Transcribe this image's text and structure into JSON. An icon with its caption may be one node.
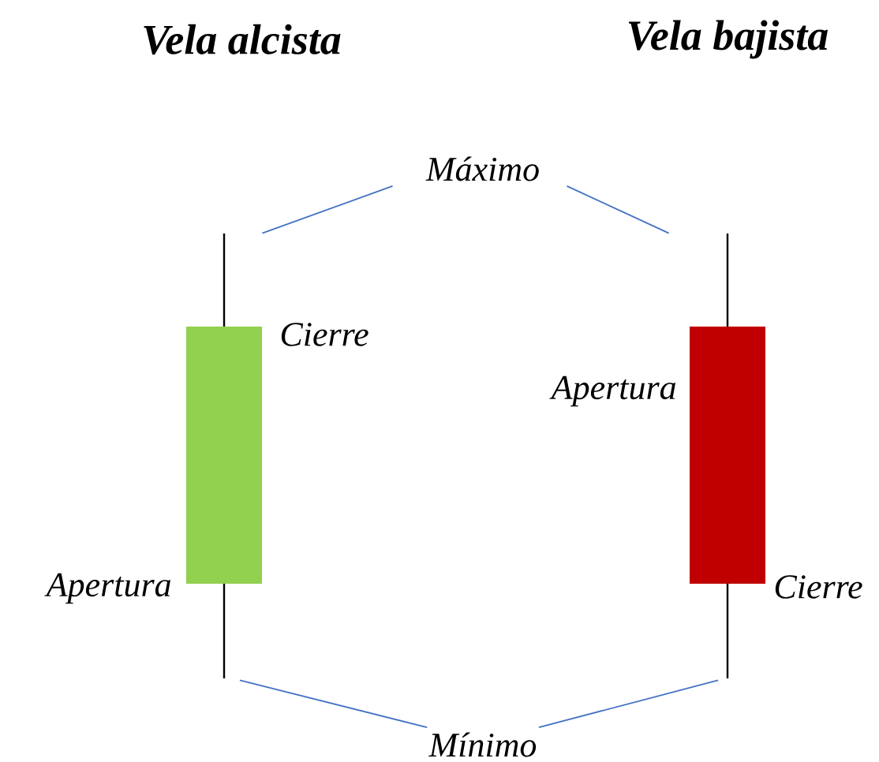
{
  "diagram": {
    "nodes": [
      {
        "text": [
          "Máximo"
        ]
      },
      {
        "text": [
          "Mínimo"
        ]
      },
      {
        "text": [],
        "shape": "bar",
        "beside": [
          "Cierre",
          "Apertura"
        ]
      },
      {
        "text": [],
        "shape": "bar",
        "beside": [
          "Apertura",
          "Cierre"
        ]
      }
    ],
    "edges": [
      {
        "from": 0,
        "to": 2,
        "arrow": "none"
      },
      {
        "from": 0,
        "to": 3,
        "arrow": "none"
      },
      {
        "from": 1,
        "to": 2,
        "arrow": "none"
      },
      {
        "from": 1,
        "to": 3,
        "arrow": "none"
      }
    ],
    "labels": [
      "Vela alcista",
      "Vela bajista"
    ]
  }
}
